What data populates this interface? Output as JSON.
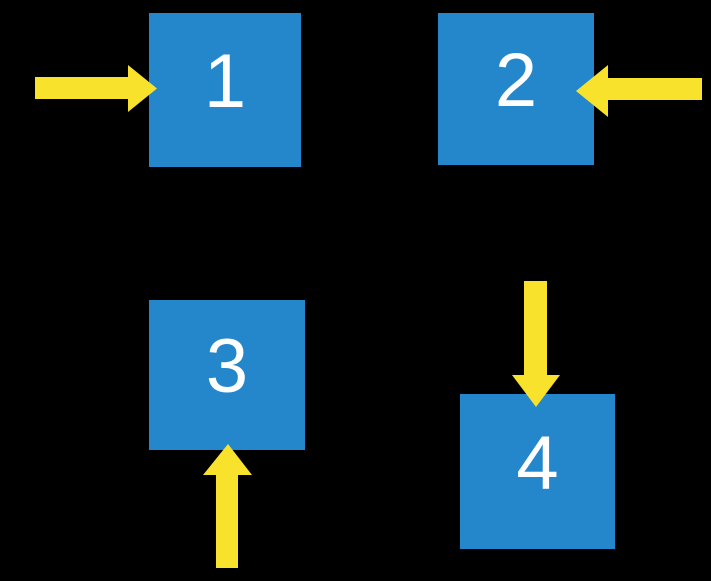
{
  "colors": {
    "background": "#000000",
    "square_fill": "#2487CC",
    "arrow_fill": "#F8E22B",
    "number_color": "#FFFFFF"
  },
  "squares": [
    {
      "label": "1",
      "arrow_pointing": "right",
      "arrow_enters_from": "left"
    },
    {
      "label": "2",
      "arrow_pointing": "left",
      "arrow_enters_from": "right"
    },
    {
      "label": "3",
      "arrow_pointing": "up",
      "arrow_enters_from": "bottom"
    },
    {
      "label": "4",
      "arrow_pointing": "down",
      "arrow_enters_from": "top"
    }
  ]
}
